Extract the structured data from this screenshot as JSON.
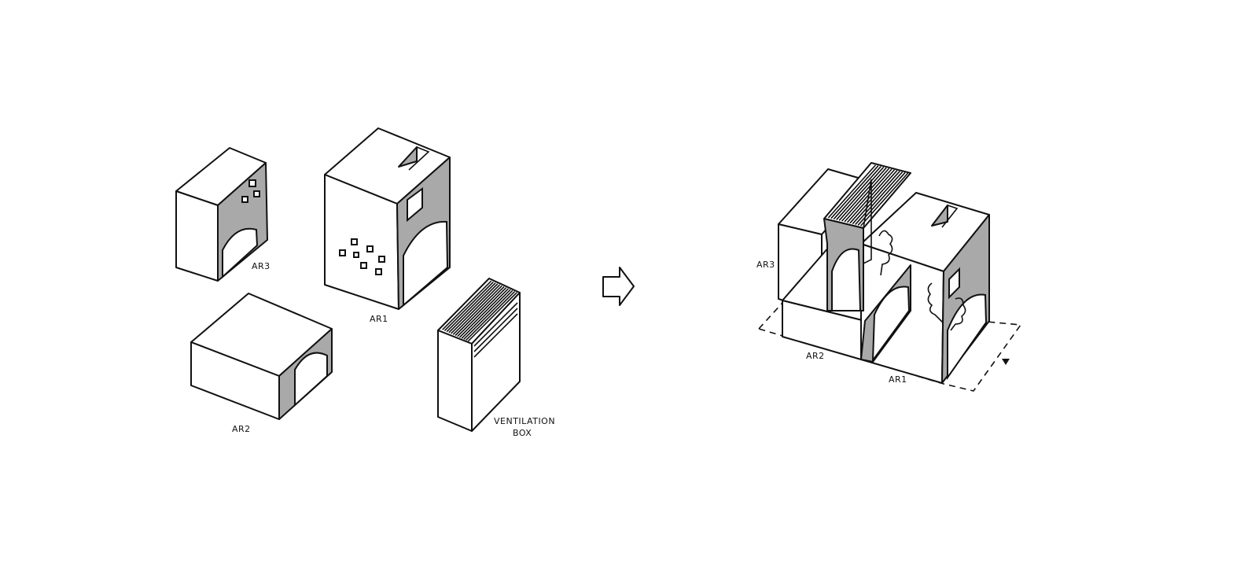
{
  "left_group": {
    "ar3_label": "AR3",
    "ar1_label": "AR1",
    "ar2_label": "AR2",
    "ventilation_label_line1": "VENTILATION",
    "ventilation_label_line2": "BOX"
  },
  "right_group": {
    "ar3_label": "AR3",
    "ar2_label": "AR2",
    "ar1_label": "AR1"
  },
  "colors": {
    "shade": "#a9a9a9",
    "ink": "#111111"
  }
}
